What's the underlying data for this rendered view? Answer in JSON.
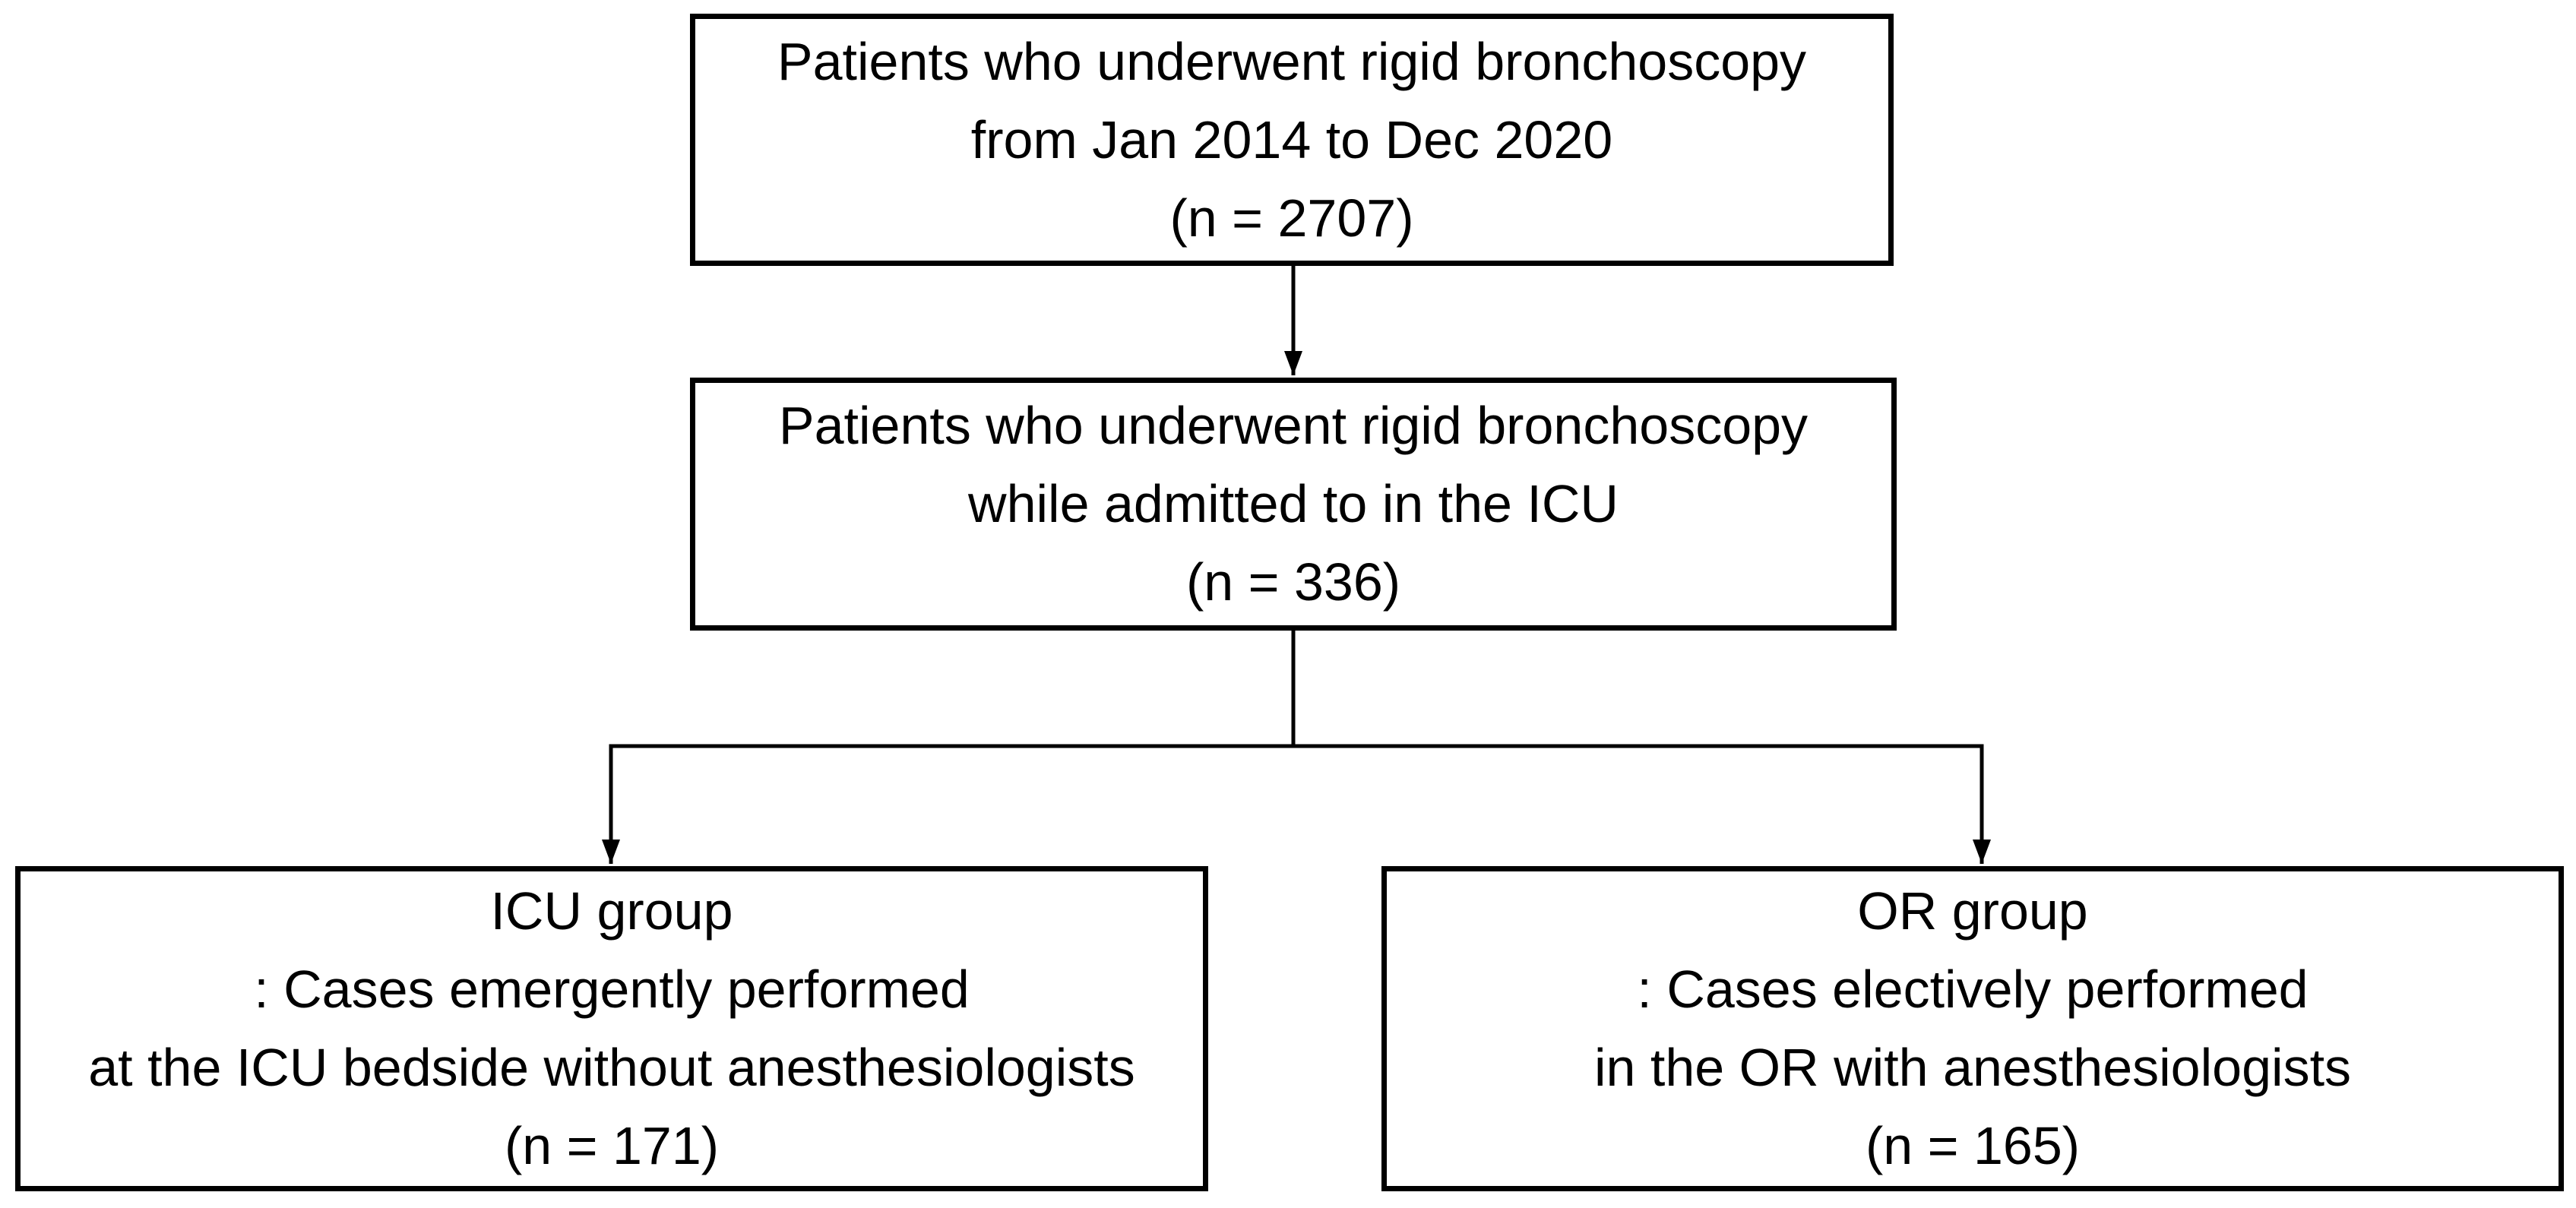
{
  "figure": {
    "type": "patient-flow-diagram",
    "background_color": "#ffffff",
    "line_color": "#000000",
    "text_color": "#000000"
  },
  "boxes": {
    "top": {
      "n": 2707,
      "lines": [
        "Patients who underwent rigid bronchoscopy",
        "from Jan 2014 to Dec 2020",
        "(n = 2707)"
      ]
    },
    "middle": {
      "n": 336,
      "lines": [
        "Patients who underwent rigid bronchoscopy",
        "while admitted to in the ICU",
        "(n = 336)"
      ]
    },
    "left": {
      "n": 171,
      "lines": [
        "ICU group",
        ": Cases emergently performed",
        "at the ICU bedside without anesthesiologists",
        "(n = 171)"
      ]
    },
    "right": {
      "n": 165,
      "lines": [
        "OR group",
        ": Cases electively performed",
        "in the OR with anesthesiologists",
        "(n = 165)"
      ]
    }
  }
}
